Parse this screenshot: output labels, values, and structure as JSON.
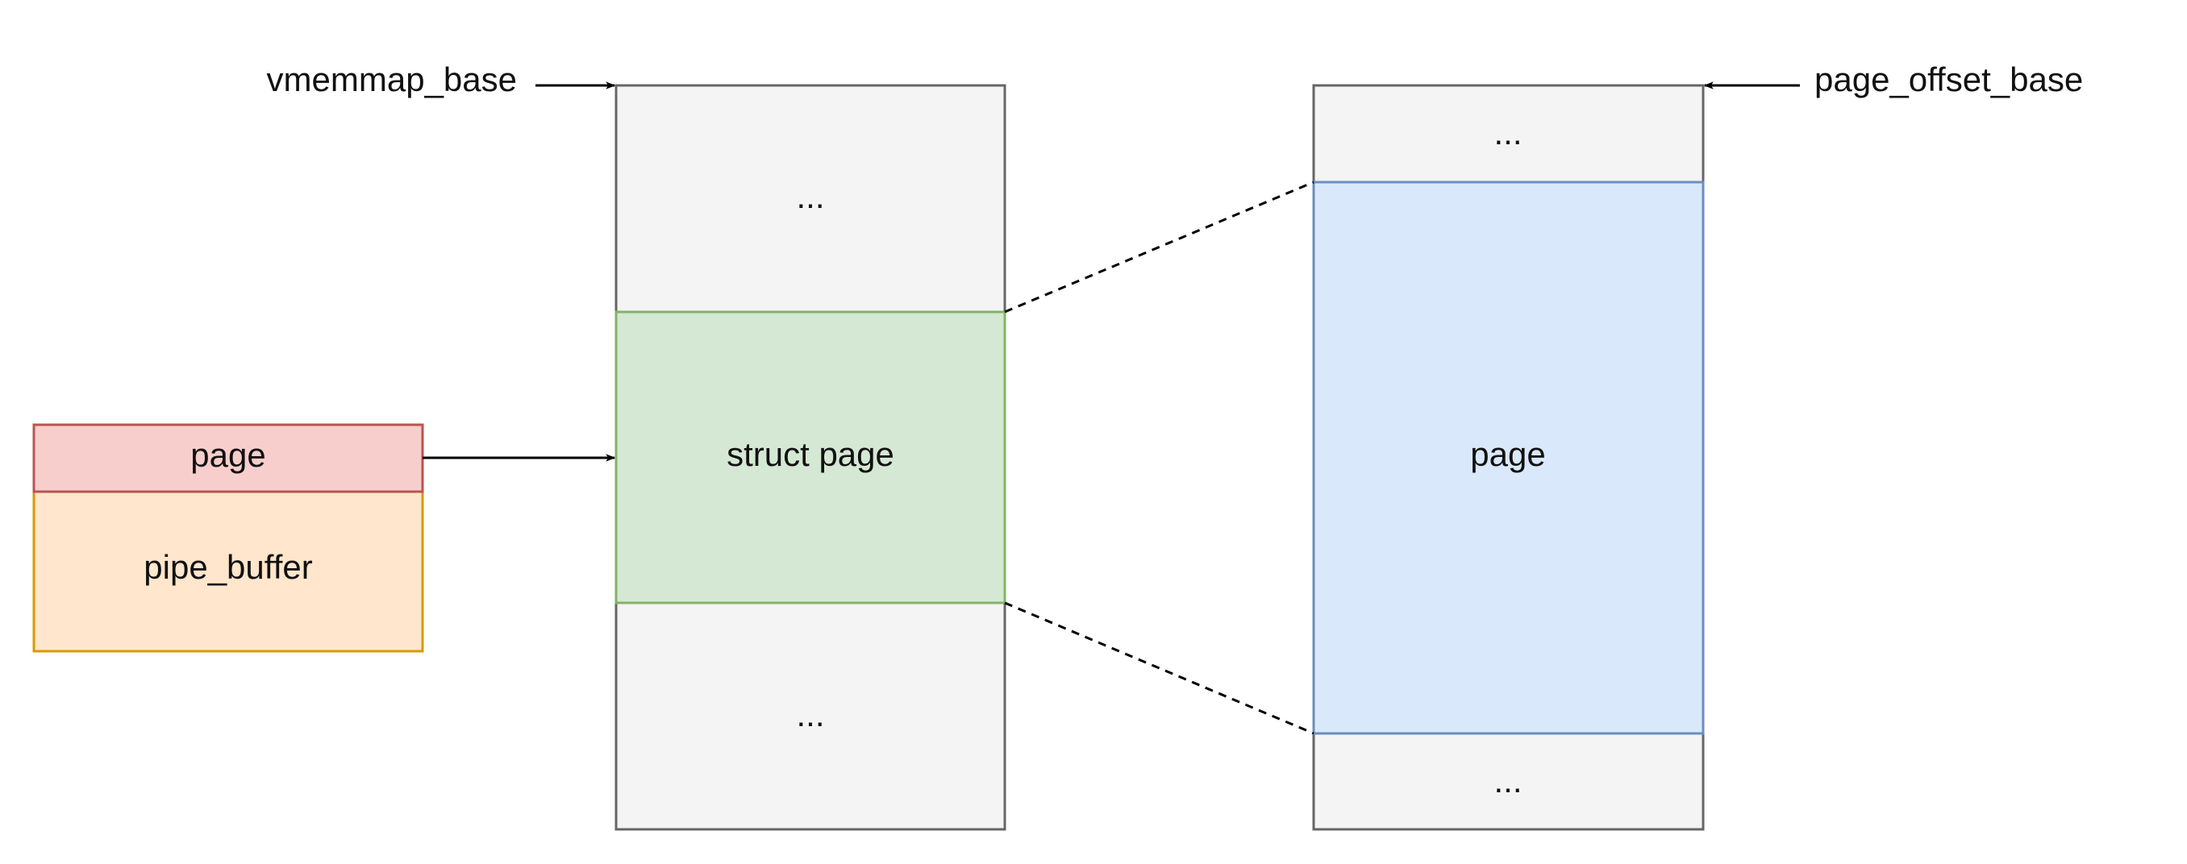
{
  "pointers": {
    "vmemmap_base": "vmemmap_base",
    "page_offset_base": "page_offset_base"
  },
  "pipe_buffer_struct": {
    "field_label": "page",
    "body_label": "pipe_buffer"
  },
  "vmemmap_column": {
    "top_label": "...",
    "middle_label": "struct page",
    "bottom_label": "..."
  },
  "physmap_column": {
    "top_label": "...",
    "middle_label": "page",
    "bottom_label": "..."
  },
  "colors": {
    "gray_fill": "#f4f4f4",
    "gray_stroke": "#666666",
    "green_fill": "#d5e8d4",
    "green_stroke": "#82b366",
    "blue_fill": "#dae8fc",
    "blue_stroke": "#6c8ebf",
    "red_fill": "#f8cecc",
    "red_stroke": "#b85450",
    "orange_fill": "#ffe6cc",
    "orange_stroke": "#d79b00"
  }
}
